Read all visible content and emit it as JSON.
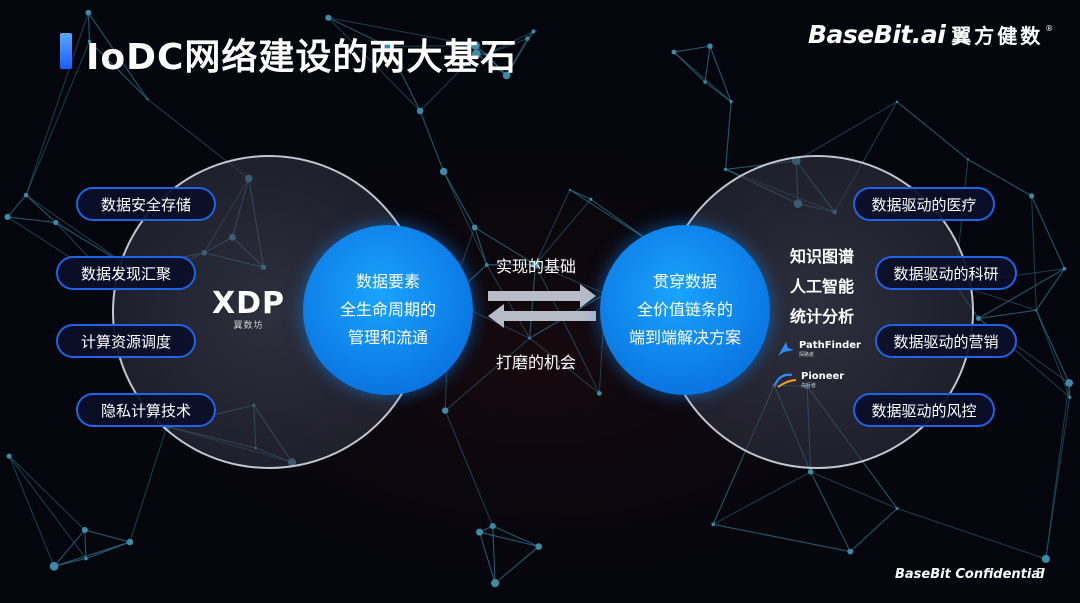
{
  "title": "IoDC网络建设的两大基石",
  "logo": {
    "en": "BaseBit.ai",
    "cn": "翼方健数",
    "reg": "®"
  },
  "left": {
    "pills": [
      "数据安全存储",
      "数据发现汇聚",
      "计算资源调度",
      "隐私计算技术"
    ],
    "xdp_logo": "XDP",
    "xdp_sub": "翼数坊",
    "center": [
      "数据要素",
      "全生命周期的",
      "管理和流通"
    ]
  },
  "arrows": {
    "top_label": "实现的基础",
    "bottom_label": "打磨的机会"
  },
  "right": {
    "center": [
      "贯穿数据",
      "全价值链条的",
      "端到端解决方案"
    ],
    "ai_items": [
      "知识图谱",
      "人工智能",
      "统计分析"
    ],
    "partners": [
      {
        "name": "PathFinder",
        "sub": "探路者",
        "icon": "pathfinder-icon"
      },
      {
        "name": "Pioneer",
        "sub": "先行者",
        "icon": "pioneer-icon"
      }
    ],
    "pills": [
      "数据驱动的医疗",
      "数据驱动的科研",
      "数据驱动的营销",
      "数据驱动的风控"
    ]
  },
  "footer": {
    "confidential": "BaseBit Confidential",
    "page": "5"
  },
  "colors": {
    "accent": "#1e63e8",
    "bubble": "#0a8cf5",
    "background": "#05060d"
  }
}
